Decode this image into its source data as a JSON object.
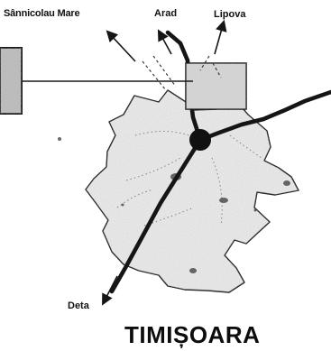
{
  "map": {
    "title": "TIMIȘOARA",
    "destinations": {
      "sannicolau": "Sânnicolau Mare",
      "arad": "Arad",
      "lipova": "Lipova",
      "deta": "Deta"
    },
    "colors": {
      "ink": "#111111",
      "city_area": "#efefef",
      "city_outline": "#1a1a1a",
      "roads": "#151515",
      "inset_frame": "#1a1a1a",
      "inset_fill": "#d8d8d8"
    },
    "features": {
      "city_center": "junction-node",
      "inset_callout": "detail-inset-box",
      "directions": [
        "north-west",
        "north",
        "north-east",
        "south-west"
      ]
    }
  }
}
